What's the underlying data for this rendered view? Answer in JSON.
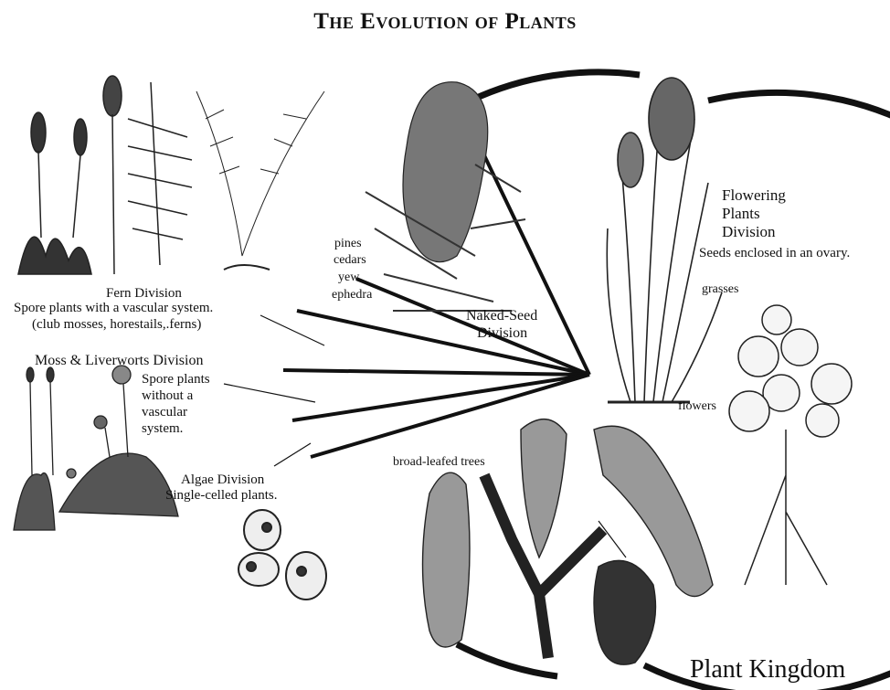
{
  "title": "The Evolution of Plants",
  "kingdom_label": "Plant Kingdom",
  "fern": {
    "name": "Fern Division",
    "desc1": "Spore plants with a vascular system.",
    "desc2": "(club mosses, horestails,.ferns)"
  },
  "moss": {
    "name": "Moss & Liverworts Division",
    "desc": [
      "Spore plants",
      "without a",
      "vascular",
      "system."
    ]
  },
  "algae": {
    "name": "Algae Division",
    "desc": "Single-celled plants."
  },
  "naked_seed": {
    "examples": [
      "pines",
      "cedars",
      "yew",
      "ephedra"
    ],
    "name1": "Naked-Seed",
    "name2": "Division"
  },
  "flowering": {
    "name": [
      "Flowering",
      "Plants",
      "Division"
    ],
    "desc": "Seeds enclosed in an ovary.",
    "grasses": "grasses",
    "flowers": "flowers",
    "trees": "broad-leafed trees"
  }
}
